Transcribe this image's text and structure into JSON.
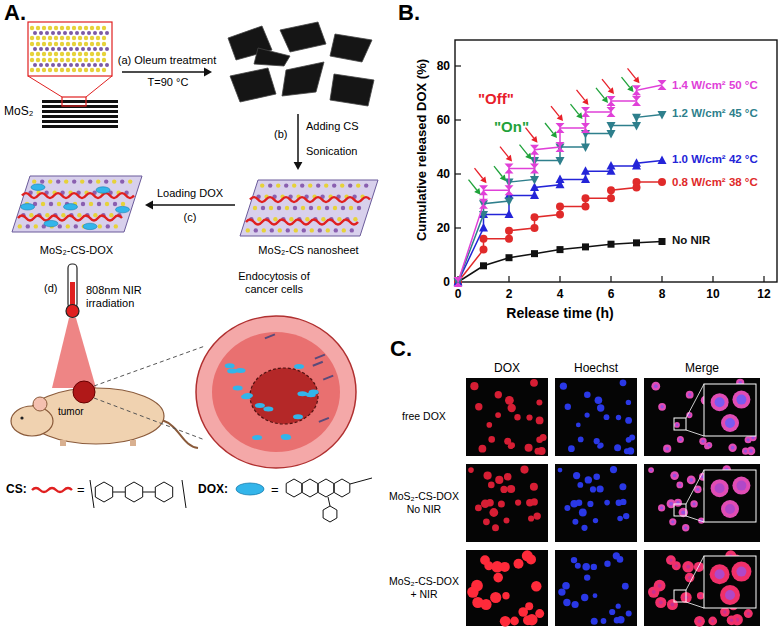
{
  "diagram": {
    "nodes": [
      {
        "text": [
          "MoS₂"
        ]
      },
      {
        "text": [
          "MoS₂-CS-DOX"
        ]
      },
      {
        "text": [
          "MoS₂-CS nanosheet"
        ]
      }
    ],
    "edges": [
      {
        "from": 2,
        "to": 1,
        "arrow": "to",
        "label": "Loading DOX"
      }
    ],
    "labels": [
      "A.",
      "(a) Oleum treatment",
      "T=90 °C",
      "(b)",
      "Adding CS",
      "Sonication",
      "(c)",
      "(d)",
      "808nm NIR irradiation",
      "Endocytosis of cancer cells",
      "tumor",
      "CS:",
      "=",
      "DOX:",
      "=",
      "B.",
      "Cumulative released DOX (%)",
      "0",
      "20",
      "40",
      "60",
      "80",
      "0",
      "2",
      "4",
      "6",
      "8",
      "10",
      "12",
      "Release time (h)",
      "\"Off\"",
      "\"On\"",
      "1.4 W/cm² 50 °C",
      "1.2 W/cm² 45 °C",
      "1.0 W/cm² 42 °C",
      "0.8 W/cm² 38 °C",
      "No NIR",
      "C.",
      "DOX",
      "Hoechst",
      "Merge",
      "free DOX",
      "MoS₂-CS-DOX No NIR",
      "MoS₂-CS-DOX + NIR"
    ]
  }
}
